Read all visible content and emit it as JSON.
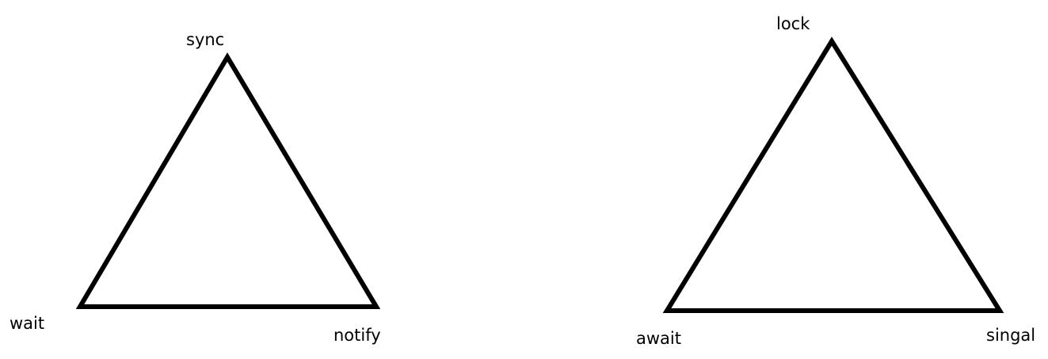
{
  "diagrams": [
    {
      "shape": "triangle",
      "vertices": {
        "top": "sync",
        "bottom_left": "wait",
        "bottom_right": "notify"
      }
    },
    {
      "shape": "triangle",
      "vertices": {
        "top": "lock",
        "bottom_left": "await",
        "bottom_right": "singal"
      }
    }
  ],
  "style": {
    "stroke_color": "#000000",
    "background": "#ffffff"
  }
}
